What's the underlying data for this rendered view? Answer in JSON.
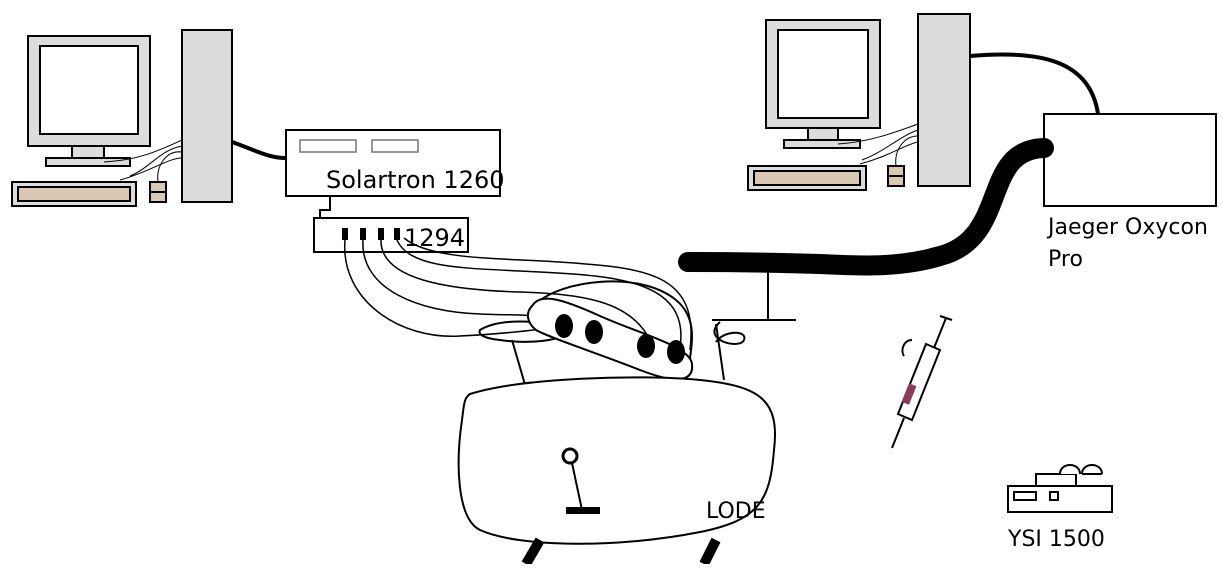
{
  "diagram": {
    "labels": {
      "solartron": "Solartron 1260",
      "interface": "1294",
      "jaeger_line1": "Jaeger Oxycon",
      "jaeger_line2": "Pro",
      "lode": "LODE",
      "ysi": "YSI 1500"
    },
    "colors": {
      "monitor_bezel": "#dcdcdc",
      "tower": "#dcdcdc",
      "keyboard": "#d9c9b4",
      "syringe_fluid": "#8a3a5a",
      "outline": "#000000",
      "background": "#ffffff"
    },
    "icons": [
      "computer-left",
      "computer-right",
      "syringe-icon",
      "ysi-analyzer-icon",
      "lode-ergometer-icon"
    ]
  }
}
